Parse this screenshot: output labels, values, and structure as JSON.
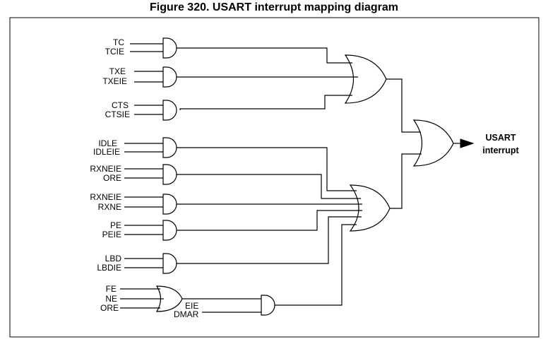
{
  "title": "Figure 320. USART interrupt mapping diagram",
  "output": {
    "line1": "USART",
    "line2": "interrupt"
  },
  "inputs": {
    "tc": "TC",
    "tcie": "TCIE",
    "txe": "TXE",
    "txeie": "TXEIE",
    "cts": "CTS",
    "ctsie": "CTSIE",
    "idle": "IDLE",
    "idleie": "IDLEIE",
    "rxneie1": "RXNEIE",
    "ore1": "ORE",
    "rxneie2": "RXNEIE",
    "rxne": "RXNE",
    "pe": "PE",
    "peie": "PEIE",
    "lbd": "LBD",
    "lbdie": "LBDIE",
    "fe": "FE",
    "ne": "NE",
    "ore2": "ORE",
    "eie": "EIE",
    "dmar": "DMAR"
  }
}
